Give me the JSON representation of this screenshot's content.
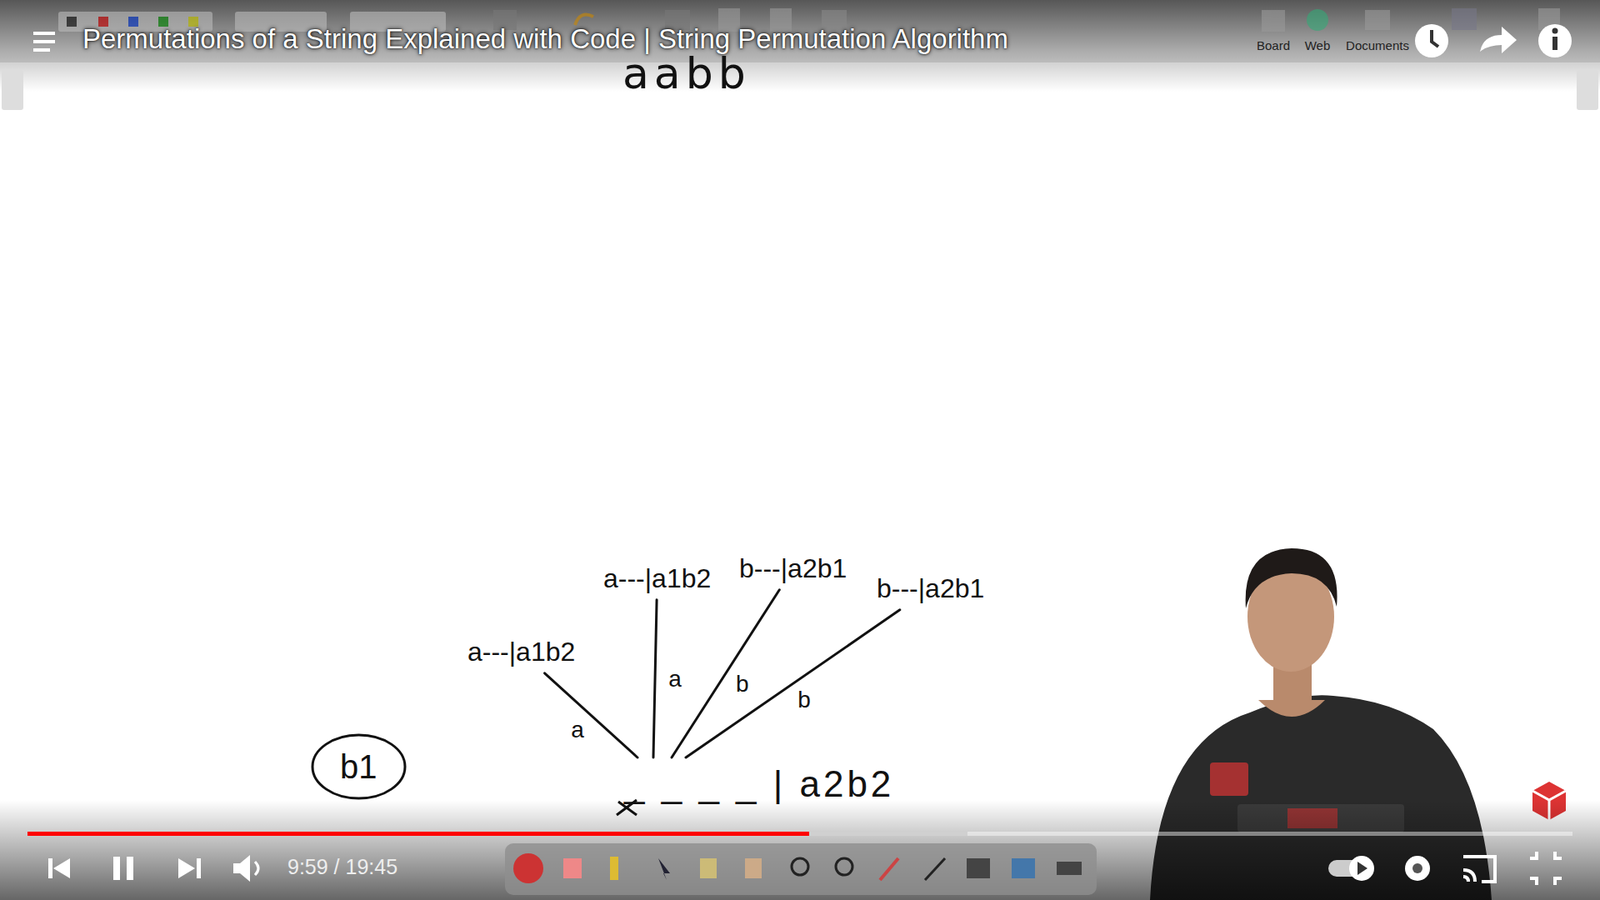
{
  "diagram": {
    "title": "Permutations of a String Explained with Code | String Permutation Algorithm",
    "nodes": [
      {
        "text": [
          "a---|a1b2"
        ]
      },
      {
        "text": [
          "a---|a1b2"
        ]
      },
      {
        "text": [
          "b---|a2b1"
        ]
      },
      {
        "text": [
          "b---|a2b1"
        ]
      },
      {
        "text": [
          "b1"
        ]
      },
      {
        "text": [
          "_ _ _ _ | a2b2"
        ]
      }
    ],
    "edges": [
      {
        "from": 5,
        "to": 0,
        "arrow": "none",
        "label": "a"
      },
      {
        "from": 5,
        "to": 1,
        "arrow": "none",
        "label": "a"
      },
      {
        "from": 5,
        "to": 2,
        "arrow": "none",
        "label": "b"
      },
      {
        "from": 5,
        "to": 3,
        "arrow": "none",
        "label": "b"
      }
    ],
    "labels": [
      "aabb",
      "9:59 / 19:45",
      "Board",
      "Web",
      "Documents"
    ]
  }
}
